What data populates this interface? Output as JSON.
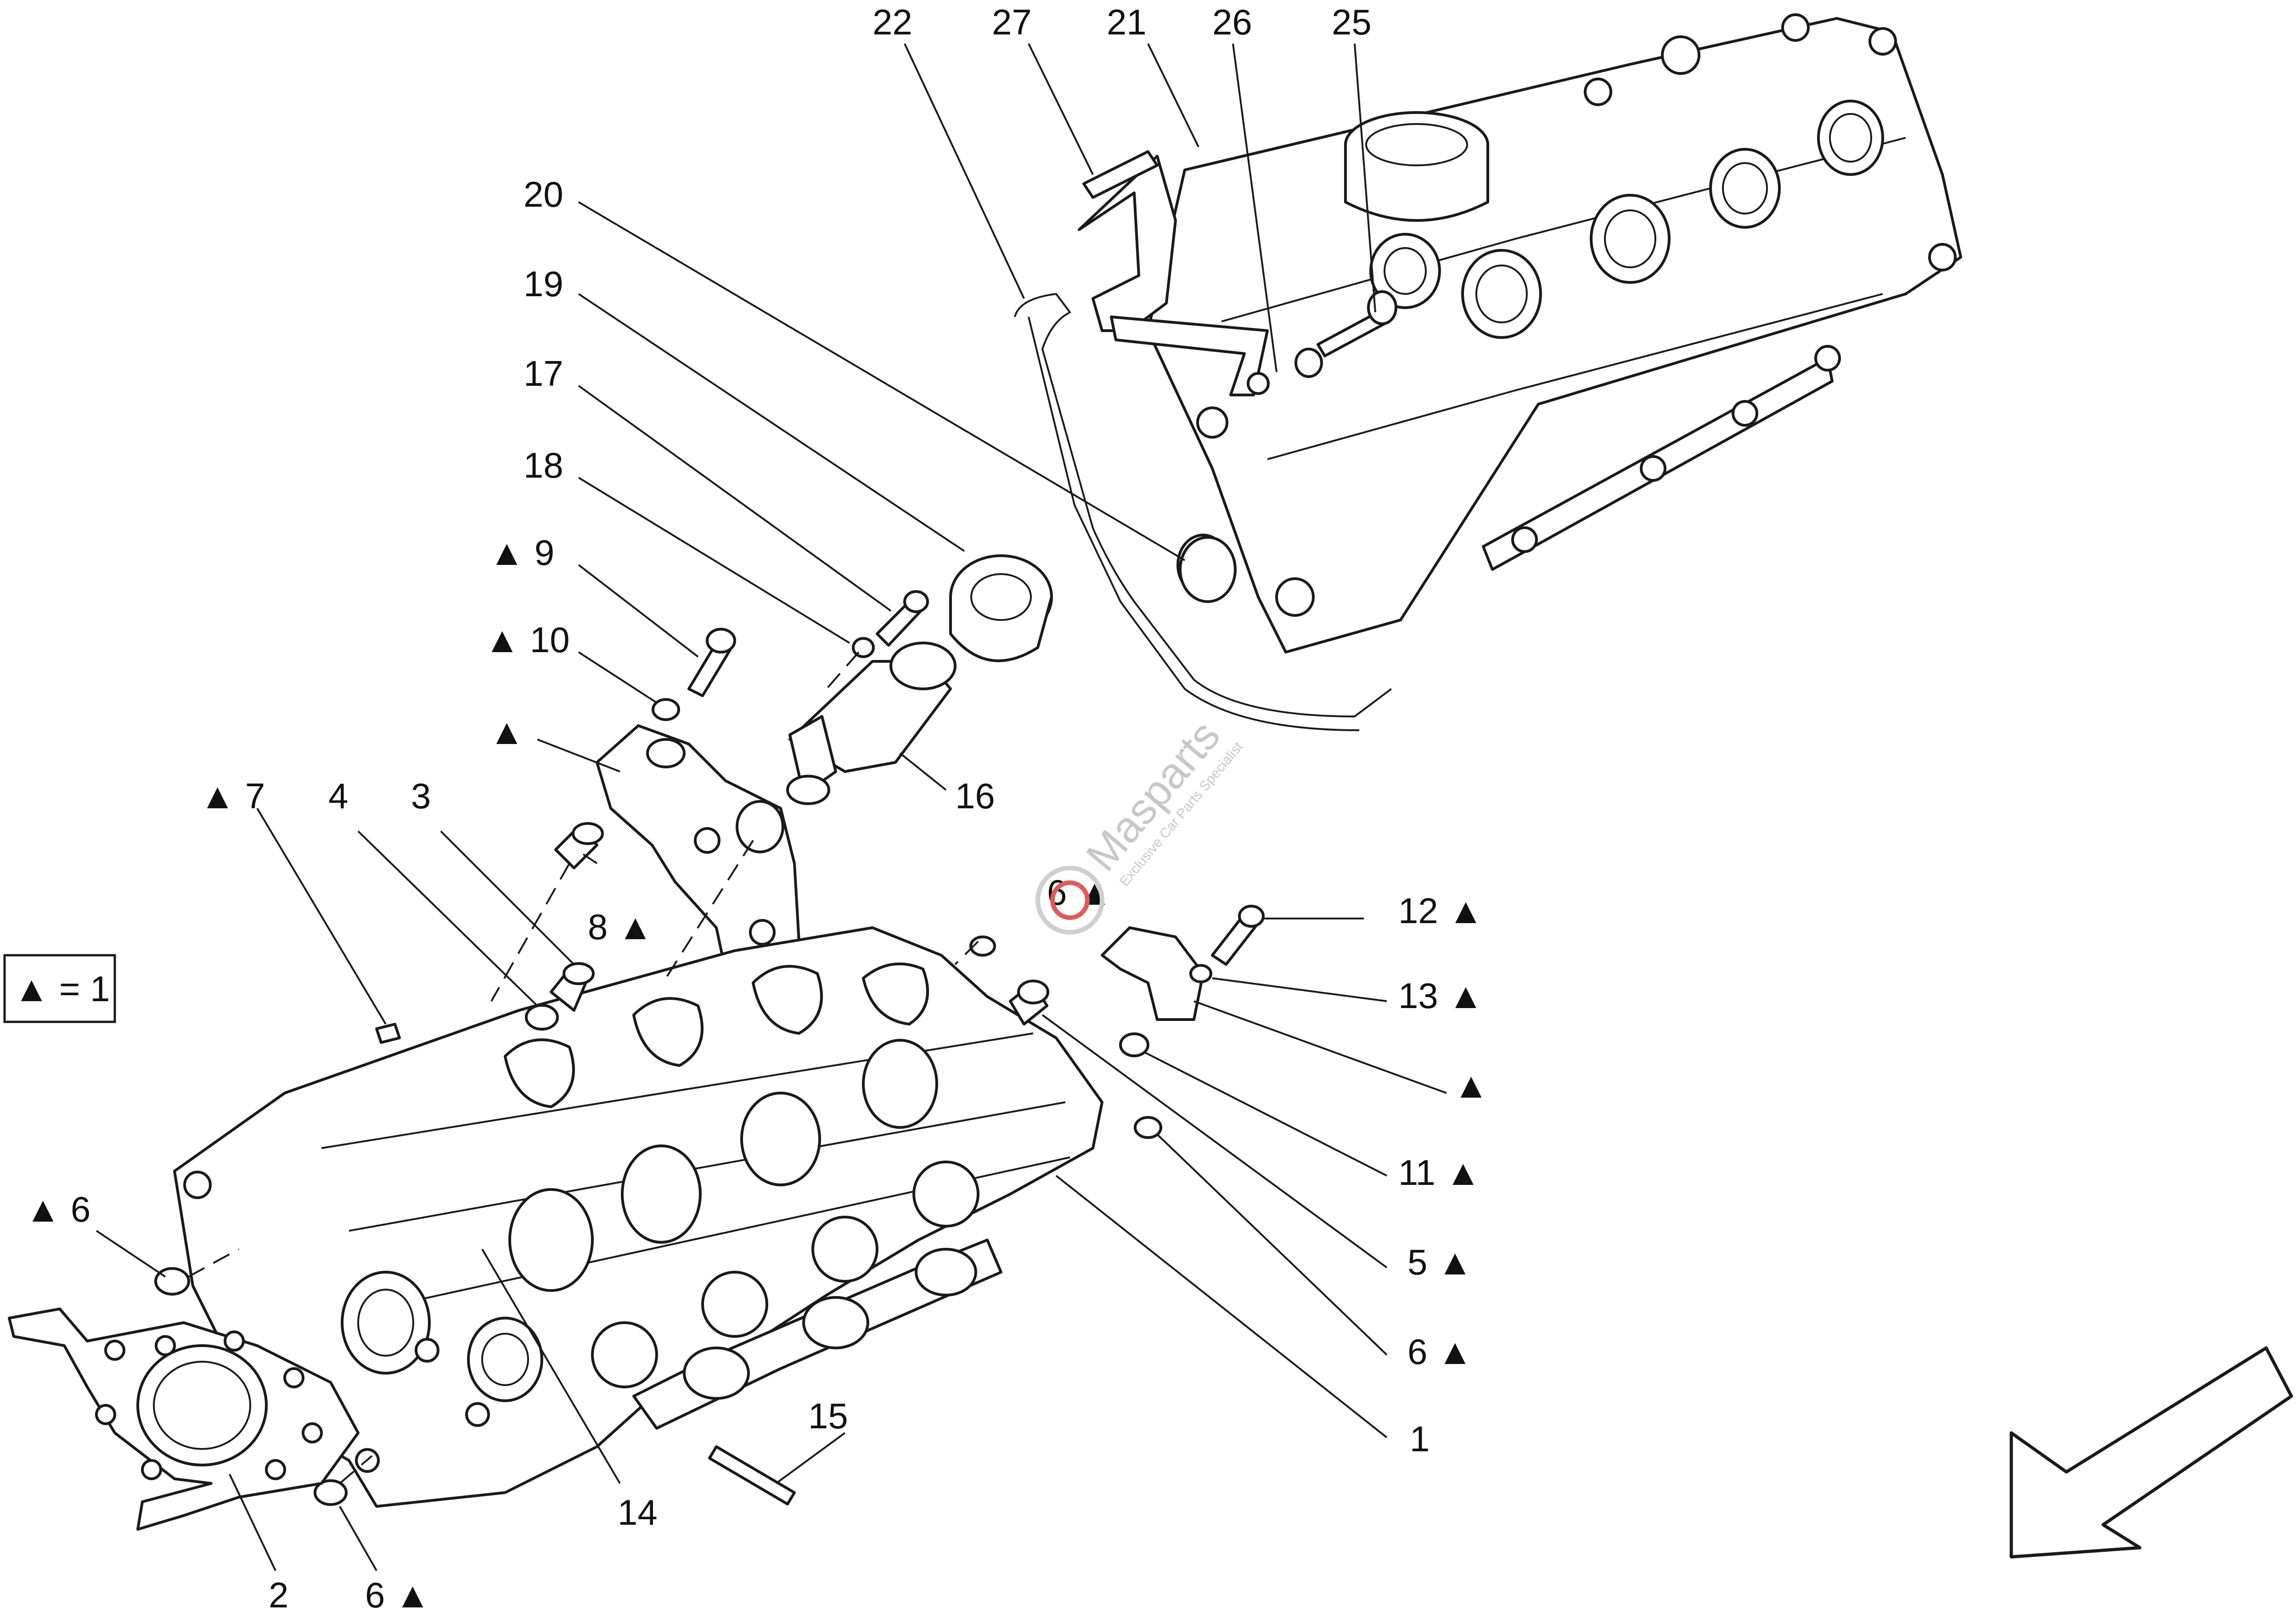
{
  "legend": {
    "text": "▲ = 1"
  },
  "watermark": {
    "brand": "Masparts",
    "tagline": "Exclusive Car Parts Specialist"
  },
  "callouts": {
    "c1": "1",
    "c2": "2",
    "c3": "3",
    "c4": "4",
    "c5": "5 ▲",
    "c6a": "▲ 6",
    "c6b": "6 ▲",
    "c6c": "6 ▲",
    "c6d": "6 ▲",
    "c7": "▲ 7",
    "c8": "8 ▲",
    "c9": "▲ 9",
    "c10": "▲ 10",
    "c11": "11 ▲",
    "c12": "12 ▲",
    "c13": "13 ▲",
    "c14": "14",
    "c15": "15",
    "c16": "16",
    "c17": "17",
    "c18": "18",
    "c19": "19",
    "c20": "20",
    "c21": "21",
    "c22": "22",
    "c25": "25",
    "c26": "26",
    "c27": "27",
    "ctriA": "▲",
    "ctriB": "▲"
  },
  "colors": {
    "line": "#1a1a1a",
    "watermark": "#c8c8c8",
    "watermark_accent": "#e05a5a"
  },
  "icons": {
    "orientation": "direction-arrow-icon"
  }
}
